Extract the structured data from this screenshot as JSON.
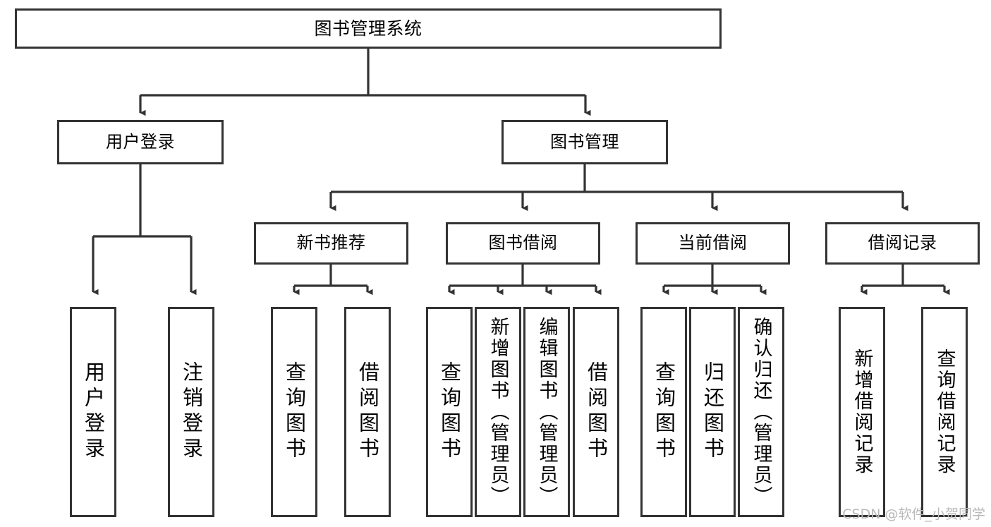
{
  "diagram": {
    "title": "图书管理系统",
    "type": "tree",
    "root": {
      "label": "图书管理系统"
    },
    "level1": [
      {
        "label": "用户登录"
      },
      {
        "label": "图书管理"
      }
    ],
    "level2": [
      {
        "label": "新书推荐"
      },
      {
        "label": "图书借阅"
      },
      {
        "label": "当前借阅"
      },
      {
        "label": "借阅记录"
      }
    ],
    "leaves": {
      "login": [
        {
          "label": "用户登录"
        },
        {
          "label": "注销登录"
        }
      ],
      "recommend": [
        {
          "label": "查询图书"
        },
        {
          "label": "借阅图书"
        }
      ],
      "borrow": [
        {
          "label": "查询图书"
        },
        {
          "label": "新增图书（管理员）"
        },
        {
          "label": "编辑图书（管理员）"
        },
        {
          "label": "借阅图书"
        }
      ],
      "current": [
        {
          "label": "查询图书"
        },
        {
          "label": "归还图书"
        },
        {
          "label": "确认归还（管理员）"
        }
      ],
      "records": [
        {
          "label": "新增借阅记录"
        },
        {
          "label": "查询借阅记录"
        }
      ]
    }
  },
  "watermark": "CSDN @软件_小贺同学",
  "colors": {
    "stroke": "#333333",
    "background": "#ffffff",
    "text": "#000000",
    "watermark": "#b9b9b9"
  }
}
